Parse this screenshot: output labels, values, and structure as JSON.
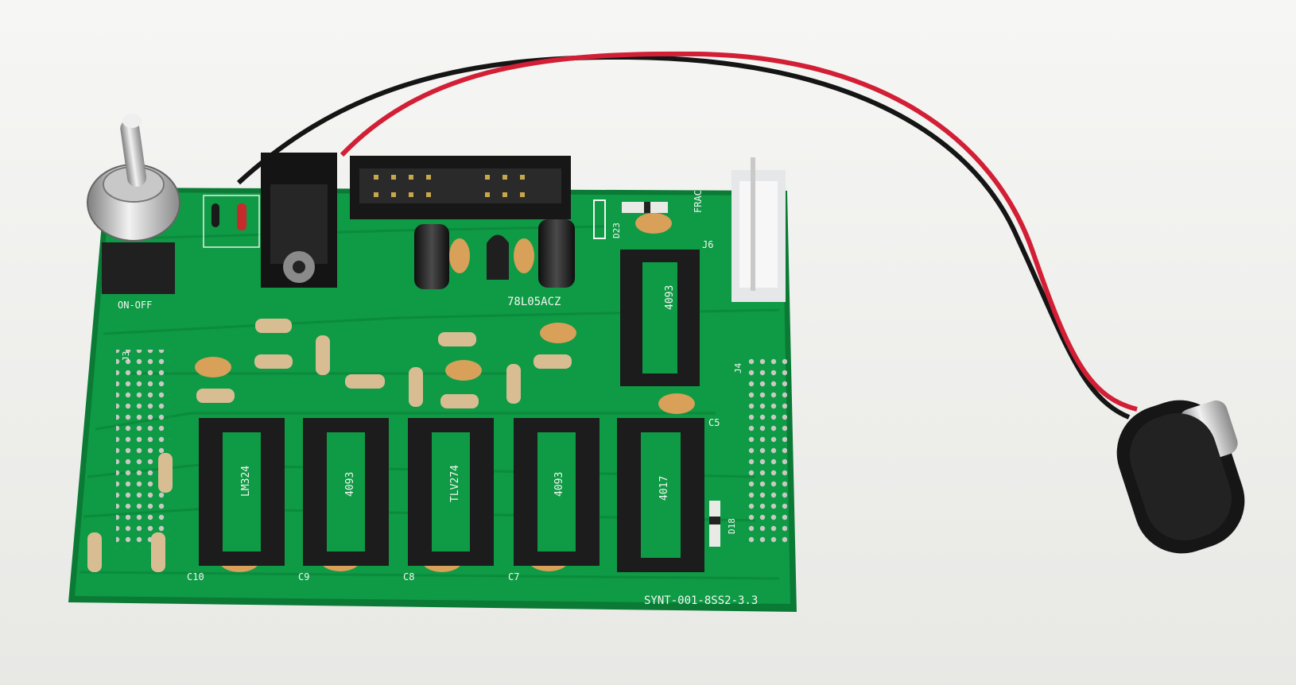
{
  "colors": {
    "background": "#f1f1ef",
    "pcb_green": "#0f9a45",
    "pcb_edge": "#0a7a35",
    "silkscreen": "#f4f6f2",
    "ic_socket": "#1c1c1c",
    "ceramic_cap": "#d8a058",
    "resistor_body": "#d9bd92",
    "wire_red": "#d21f35",
    "wire_black": "#151515"
  },
  "labels": {
    "switch": "ON-OFF",
    "regulator": "78L05ACZ",
    "connector_j6": "J6",
    "connector_j6_name": "FRAC",
    "header_j3": "J3",
    "header_j4": "J4",
    "diode_d23": "D23",
    "diode_d18": "D18",
    "cap_c5": "C5",
    "cap_c10": "C10",
    "cap_c9": "C9",
    "cap_c8": "C8",
    "cap_c7": "C7",
    "board_id": "SYNT-001-8SS2-3.3"
  },
  "ic_sockets": [
    {
      "label": "4093"
    },
    {
      "label": "LM324"
    },
    {
      "label": "4093"
    },
    {
      "label": "TLV274"
    },
    {
      "label": "4093"
    },
    {
      "label": "4017"
    }
  ]
}
